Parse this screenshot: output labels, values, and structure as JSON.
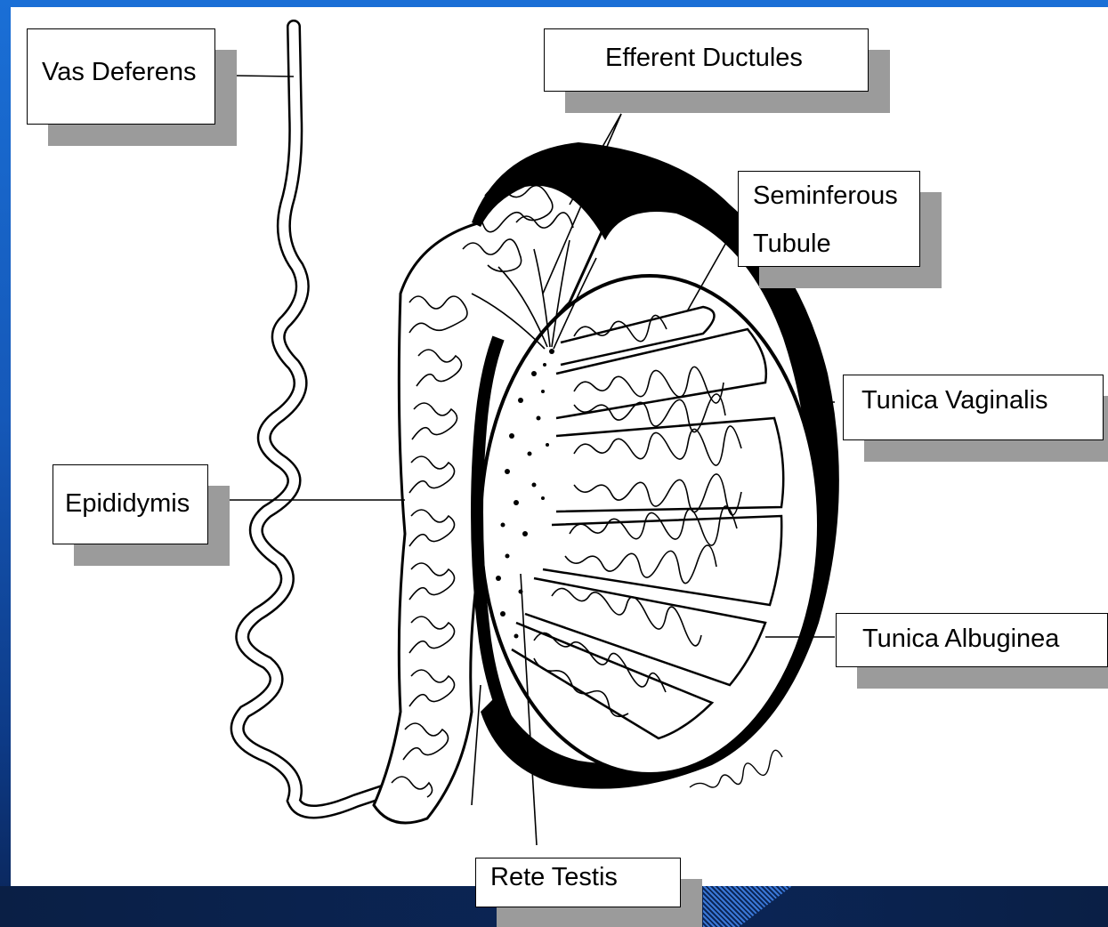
{
  "labels": {
    "vas_deferens": "Vas Deferens",
    "efferent_ductules": "Efferent Ductules",
    "seminiferous_line1": "Seminferous",
    "seminiferous_line2": "Tubule",
    "tunica_vaginalis": "Tunica Vaginalis",
    "epididymis": "Epididymis",
    "tunica_albuginea": "Tunica Albuginea",
    "rete_testis": "Rete Testis"
  },
  "colors": {
    "background_blue": "#1a6fd6",
    "bottom_band": "#0a1f45",
    "label_shadow": "#9b9b9b",
    "line": "#000000"
  }
}
